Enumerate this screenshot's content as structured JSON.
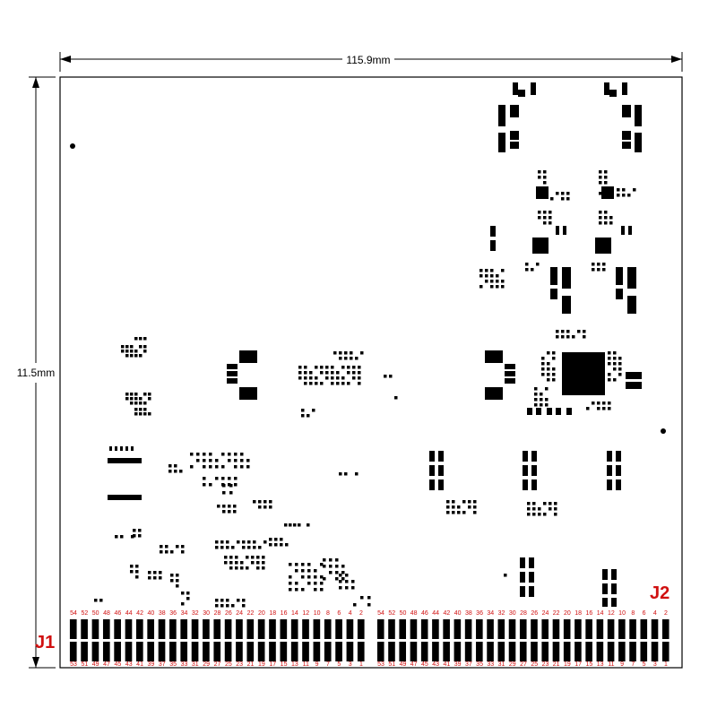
{
  "dimensions": {
    "width": "115.9mm",
    "height": "11.5mm"
  },
  "connectors": [
    {
      "name": "J1",
      "label_color": "#d01010",
      "top_pins": [
        "54",
        "52",
        "50",
        "48",
        "46",
        "44",
        "42",
        "40",
        "38",
        "36",
        "34",
        "32",
        "30",
        "28",
        "26",
        "24",
        "22",
        "20",
        "18",
        "16",
        "14",
        "12",
        "10",
        "8",
        "6",
        "4",
        "2"
      ],
      "bottom_pins": [
        "53",
        "51",
        "49",
        "47",
        "45",
        "43",
        "41",
        "39",
        "37",
        "35",
        "33",
        "31",
        "29",
        "27",
        "25",
        "23",
        "21",
        "19",
        "17",
        "15",
        "13",
        "11",
        "9",
        "7",
        "5",
        "3",
        "1"
      ]
    },
    {
      "name": "J2",
      "label_color": "#d01010",
      "top_pins": [
        "54",
        "52",
        "50",
        "48",
        "46",
        "44",
        "42",
        "40",
        "38",
        "36",
        "34",
        "32",
        "30",
        "28",
        "26",
        "24",
        "22",
        "20",
        "18",
        "16",
        "14",
        "12",
        "10",
        "8",
        "6",
        "4",
        "2"
      ],
      "bottom_pins": [
        "53",
        "51",
        "49",
        "47",
        "45",
        "43",
        "41",
        "39",
        "37",
        "35",
        "33",
        "31",
        "29",
        "27",
        "25",
        "23",
        "21",
        "19",
        "17",
        "15",
        "13",
        "11",
        "9",
        "7",
        "5",
        "3",
        "1"
      ]
    }
  ],
  "colors": {
    "pad": "#000000",
    "outline": "#000000",
    "pin_text": "#d01010"
  }
}
